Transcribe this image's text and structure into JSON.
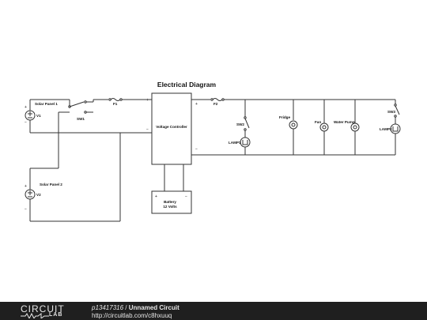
{
  "diagram": {
    "title": "Electrical Diagram",
    "labels": {
      "solar_panel_1": "Solar Panel 1",
      "solar_panel_2": "Solar Panel 2",
      "v1": "V1",
      "v2": "V2",
      "sw1": "SW1",
      "f1": "F1",
      "f2": "F2",
      "voltage_controller": "Voltage Controller",
      "battery_line1": "Battery",
      "battery_line2": "12 Volts",
      "sw2": "SW2",
      "lamp1": "LAMP1",
      "fridge": "Fridge",
      "fan": "Fan",
      "water_pump": "Water Pump",
      "sw3": "SW3",
      "lamp2": "LAMP2",
      "plus": "+",
      "minus": "−"
    }
  },
  "footer": {
    "logo_top": "CIRCUIT",
    "logo_bottom": "LAB",
    "user": "p13417316",
    "separator": " / ",
    "circuit_name": "Unnamed Circuit",
    "url": "http://circuitlab.com/c8hxuuq"
  }
}
